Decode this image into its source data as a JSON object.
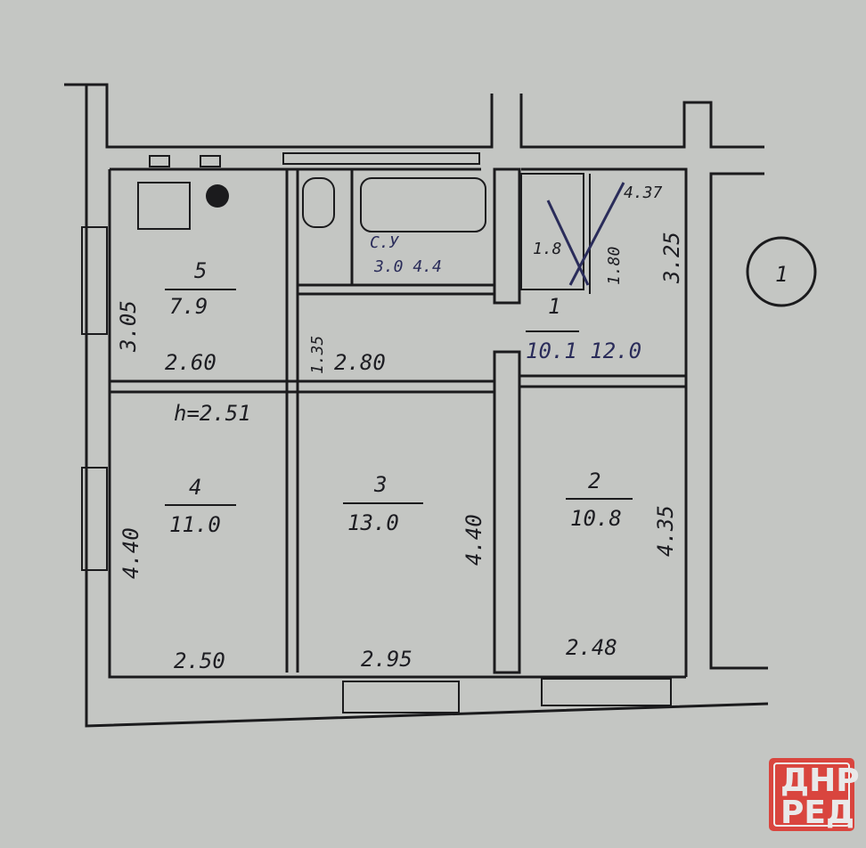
{
  "plan": {
    "marker": "1",
    "height_label": "h=2.51",
    "rooms": [
      {
        "number": "5",
        "area": "7.9",
        "dims": [
          "3.05",
          "2.60"
        ]
      },
      {
        "number": "1",
        "area": "10.1 12.0",
        "dims": [
          "2.80",
          "1.35",
          "3.25"
        ]
      },
      {
        "number": "С.У",
        "area": "3.0 4.4"
      },
      {
        "number": "",
        "area": "1.8",
        "dims": [
          "1.80",
          "4.37"
        ]
      },
      {
        "number": "4",
        "area": "11.0",
        "dims": [
          "4.40",
          "2.50"
        ]
      },
      {
        "number": "3",
        "area": "13.0",
        "dims": [
          "4.40",
          "2.95"
        ]
      },
      {
        "number": "2",
        "area": "10.8",
        "dims": [
          "4.35",
          "2.48"
        ]
      }
    ]
  },
  "watermark": {
    "line1": "ДНР",
    "line2": "РЕД",
    "color": "#d9453e"
  }
}
